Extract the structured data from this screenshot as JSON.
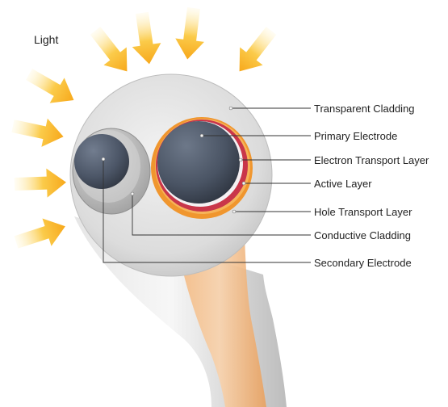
{
  "title": "Light",
  "labels": {
    "transparent_cladding": "Transparent Cladding",
    "primary_electrode": "Primary Electrode",
    "electron_transport_layer": "Electron Transport Layer",
    "active_layer": "Active Layer",
    "hole_transport_layer": "Hole Transport Layer",
    "conductive_cladding": "Conductive Cladding",
    "secondary_electrode": "Secondary Electrode"
  },
  "colors": {
    "light_arrow": "#f8b61a",
    "cladding": "#d9d9d9",
    "electrode": "#4a5566",
    "orange_layer": "#f39a3c",
    "red_layer": "#c9364a"
  }
}
